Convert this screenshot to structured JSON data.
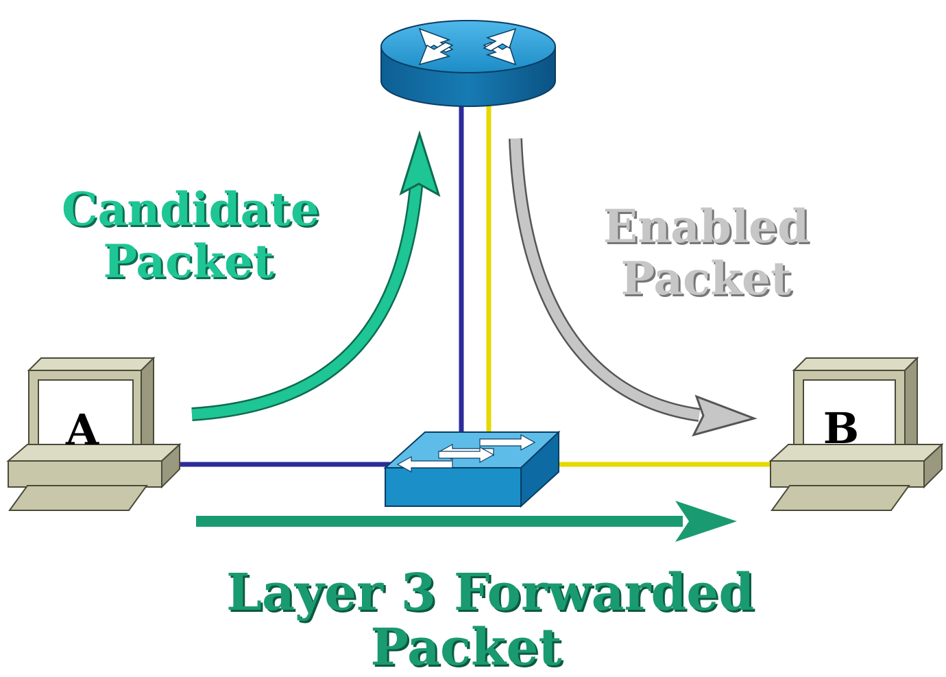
{
  "labels": {
    "candidate_line1": "Candidate",
    "candidate_line2": "Packet",
    "enabled_line1": "Enabled",
    "enabled_line2": "Packet",
    "forwarded_line1": "Layer 3 Forwarded",
    "forwarded_line2": "Packet"
  },
  "hosts": {
    "a": "A",
    "b": "B"
  },
  "colors": {
    "candidate": "#1ec595",
    "enabled": "#c6c6c6",
    "forwarded": "#1a9a70",
    "link_blue": "#2b2b9a",
    "link_yellow": "#e6d800",
    "device_blue": "#1a8fc8",
    "pc_beige": "#c8c7a9"
  },
  "icons": [
    "router-icon",
    "switch-icon",
    "pc-icon"
  ]
}
